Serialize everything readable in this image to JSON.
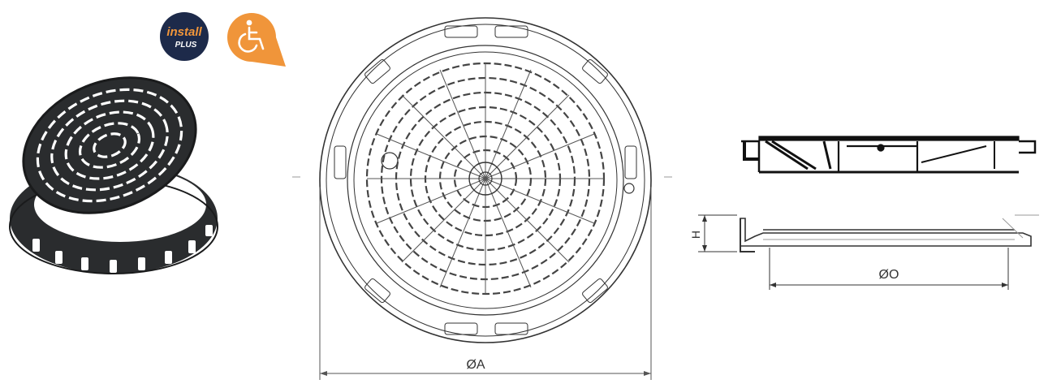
{
  "badges": {
    "install": {
      "line1": "install",
      "line2": "PLUS",
      "color": "#1d2a4a"
    },
    "accessibility": {
      "icon": "wheelchair-icon",
      "color": "#f0953a"
    }
  },
  "product": {
    "icon": "manhole-cover-3d-render",
    "color": "#2a2c2e"
  },
  "dimensions": {
    "overall_diameter": "ØA",
    "height": "H",
    "clear_opening": "ØO"
  }
}
